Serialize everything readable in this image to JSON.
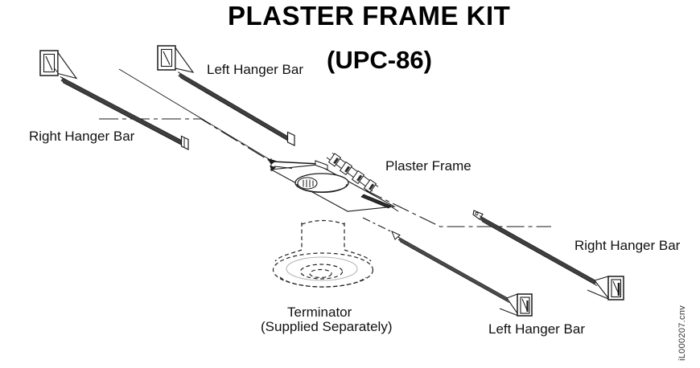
{
  "title": "PLASTER FRAME KIT",
  "subtitle": "(UPC-86)",
  "parts": {
    "left_hanger_top": "Left Hanger Bar",
    "right_hanger_left": "Right Hanger Bar",
    "plaster_frame": "Plaster Frame",
    "terminator": "Terminator",
    "terminator_note": "(Supplied Separately)",
    "right_hanger_right": "Right Hanger Bar",
    "left_hanger_bottom": "Left Hanger Bar"
  },
  "watermark": "iL000207.cnv",
  "colors": {
    "line": "#1a1a1a",
    "background": "#ffffff",
    "bar_fill": "#3f3f3f",
    "terminator_gray": "#b5b5b5"
  }
}
